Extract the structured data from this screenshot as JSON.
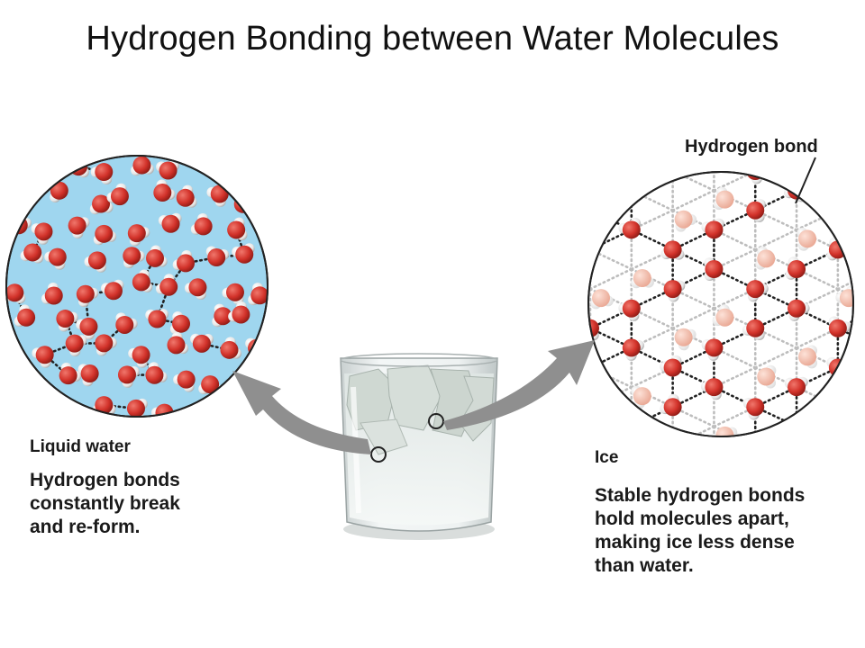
{
  "title": "Hydrogen Bonding between Water Molecules",
  "liquid": {
    "heading": "Liquid water",
    "description": "Hydrogen bonds\nconstantly break\nand re-form."
  },
  "ice": {
    "heading": "Ice",
    "description": "Stable hydrogen bonds\nhold molecules apart,\nmaking ice less dense\nthan water."
  },
  "callout": {
    "hydrogen_bond": "Hydrogen bond"
  },
  "colors": {
    "oxygen": "#d2322a",
    "hydrogen": "#f2f2f2",
    "liquid_bg": "#9fd6ef",
    "ice_bg": "#ffffff",
    "arrow": "#8f8f8f",
    "bond_dots": "#222222",
    "faded_oxygen": "#f2b9a8"
  }
}
